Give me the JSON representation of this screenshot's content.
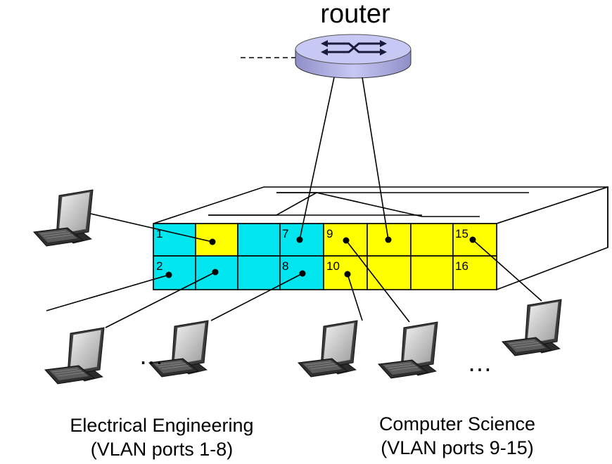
{
  "router": {
    "label": "router"
  },
  "switch": {
    "port_labels": {
      "p1": "1",
      "p2": "2",
      "p7": "7",
      "p8": "8",
      "p9": "9",
      "p10": "10",
      "p15": "15",
      "p16": "16"
    }
  },
  "ellipsis": {
    "left": "…",
    "right": "…"
  },
  "groups": {
    "ee": {
      "name": "Electrical Engineering",
      "ports": "(VLAN ports 1-8)"
    },
    "cs": {
      "name": "Computer Science",
      "ports": "(VLAN ports 9-15)"
    }
  },
  "colors": {
    "ee_vlan": "#00e5ee",
    "cs_vlan": "#ffff00",
    "router_body": "#b8b8f0",
    "line": "#000000"
  }
}
